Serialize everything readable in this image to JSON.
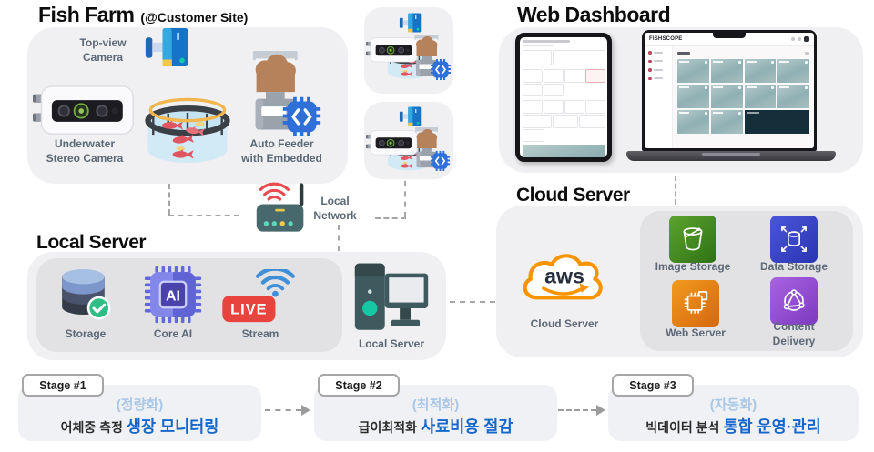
{
  "colors": {
    "accent_blue": "#1667CC",
    "light_blue": "#A9C7E8",
    "aws_orange": "#F79400",
    "panel_gray": "#F0F0F2",
    "inner_gray": "#E2E2E5",
    "live_red": "#E8433C",
    "router_teal": "#47686D",
    "image_storage_green": "#3E8E28",
    "data_storage_blue": "#3642C8",
    "web_server_orange": "#E07D12",
    "content_delivery_purple": "#9850D4"
  },
  "fish_farm": {
    "title": "Fish Farm",
    "subtitle": "(@Customer Site)",
    "top_view_camera_label": "Top-view\nCamera",
    "underwater_label": "Underwater\nStereo Camera",
    "auto_feeder_label": "Auto Feeder\nwith Embedded"
  },
  "local_network": {
    "label": "Local\nNetwork"
  },
  "web_dashboard": {
    "title": "Web Dashboard",
    "laptop_logo": "FISHSCOPE"
  },
  "local_server": {
    "title": "Local Server",
    "storage_label": "Storage",
    "core_ai_label": "Core AI",
    "core_ai_chip_text": "AI",
    "stream_label": "Stream",
    "live_badge_text": "LIVE",
    "server_label": "Local Server"
  },
  "cloud_server": {
    "title": "Cloud Server",
    "aws_logo_text": "aws",
    "cloud_label": "Cloud Server",
    "services": [
      {
        "label": "Image Storage"
      },
      {
        "label": "Data Storage"
      },
      {
        "label": "Web Server"
      },
      {
        "label": "Content\nDelivery"
      }
    ]
  },
  "stages": [
    {
      "badge": "Stage #1",
      "category": "(정량화)",
      "prefix": "어체중 측정",
      "highlight": "생장 모니터링"
    },
    {
      "badge": "Stage #2",
      "category": "(최적화)",
      "prefix": "급이최적화",
      "highlight": "사료비용 절감"
    },
    {
      "badge": "Stage #3",
      "category": "(자동화)",
      "prefix": "빅데이터 분석",
      "highlight": "통합 운영·관리"
    }
  ]
}
